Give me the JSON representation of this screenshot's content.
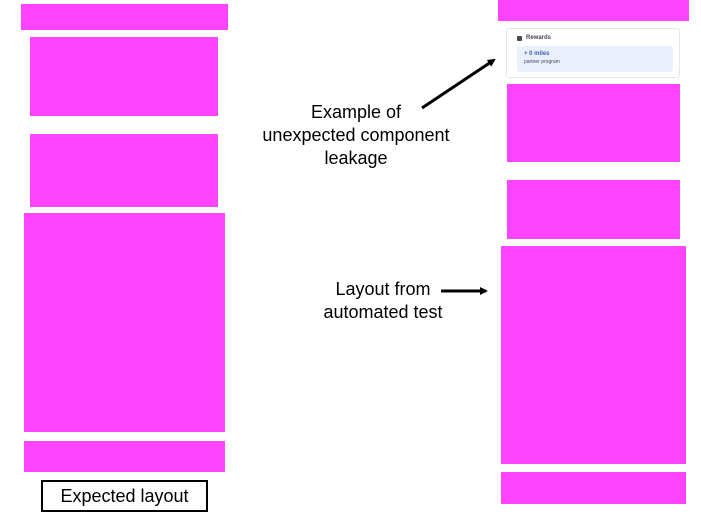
{
  "colors": {
    "placeholder": "#ff44ff",
    "arrow": "#000000",
    "miles_text": "#3b5fae",
    "rewards_bg": "#eaf0fb"
  },
  "expected_layout": {
    "caption": "Expected layout",
    "block_count": 5
  },
  "automated_test": {
    "block_count": 5,
    "leaked_widget": {
      "icon": "rewards-icon",
      "title": "Rewards",
      "miles": "+ 0 miles",
      "subtitle": "partner program"
    }
  },
  "annotations": {
    "leakage": {
      "lines": [
        "Example of",
        "unexpected component",
        "leakage"
      ]
    },
    "automated": {
      "lines": [
        "Layout from",
        "automated test"
      ]
    }
  }
}
